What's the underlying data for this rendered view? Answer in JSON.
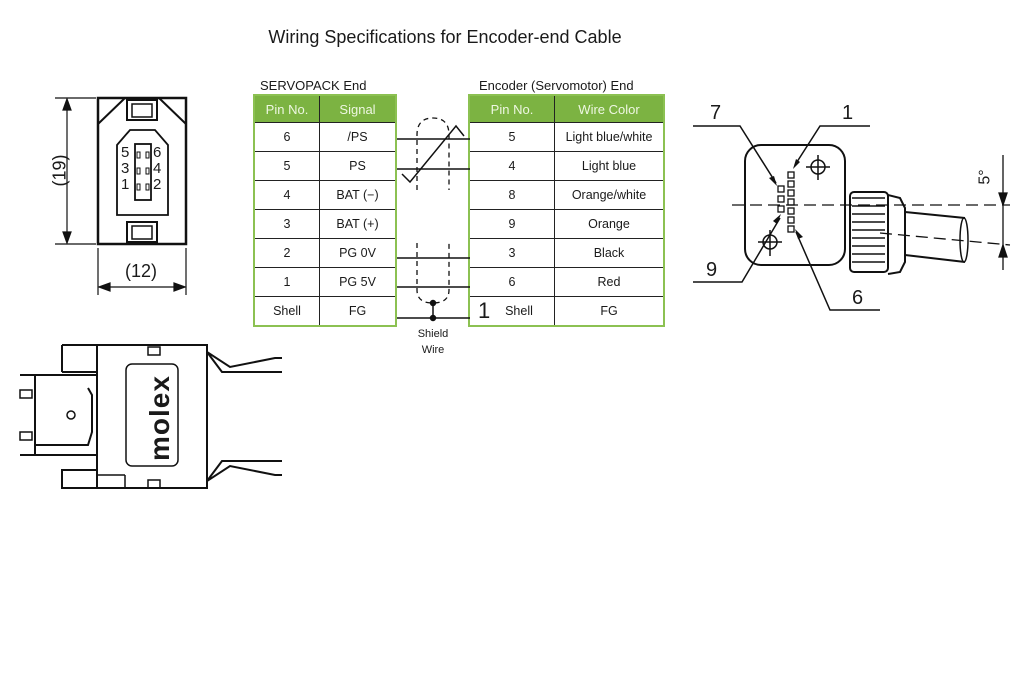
{
  "title": "Wiring Specifications for Encoder-end Cable",
  "servopack_table": {
    "caption": "SERVOPACK End",
    "headers": [
      "Pin No.",
      "Signal"
    ],
    "rows": [
      [
        "6",
        "/PS"
      ],
      [
        "5",
        "PS"
      ],
      [
        "4",
        "BAT (−)"
      ],
      [
        "3",
        "BAT (+)"
      ],
      [
        "2",
        "PG 0V"
      ],
      [
        "1",
        "PG 5V"
      ],
      [
        "Shell",
        "FG"
      ]
    ]
  },
  "encoder_table": {
    "caption": "Encoder (Servomotor) End",
    "headers": [
      "Pin No.",
      "Wire Color"
    ],
    "rows": [
      [
        "5",
        "Light blue/white"
      ],
      [
        "4",
        "Light blue"
      ],
      [
        "8",
        "Orange/white"
      ],
      [
        "9",
        "Orange"
      ],
      [
        "3",
        "Black"
      ],
      [
        "6",
        "Red"
      ],
      [
        "Shell",
        "FG"
      ]
    ],
    "marker": "1"
  },
  "shield_label": [
    "Shield",
    "Wire"
  ],
  "connector_front": {
    "height_dim": "(19)",
    "width_dim": "(12)",
    "pin_labels_left": [
      "5",
      "3",
      "1"
    ],
    "pin_labels_right": [
      "6",
      "4",
      "2"
    ]
  },
  "connector_side": {
    "brand": "molex"
  },
  "encoder_connector": {
    "callouts": [
      "7",
      "1",
      "9",
      "6"
    ],
    "angle": "5°"
  },
  "colors": {
    "header_green": "#7cb342",
    "border_green": "#8cc152"
  }
}
